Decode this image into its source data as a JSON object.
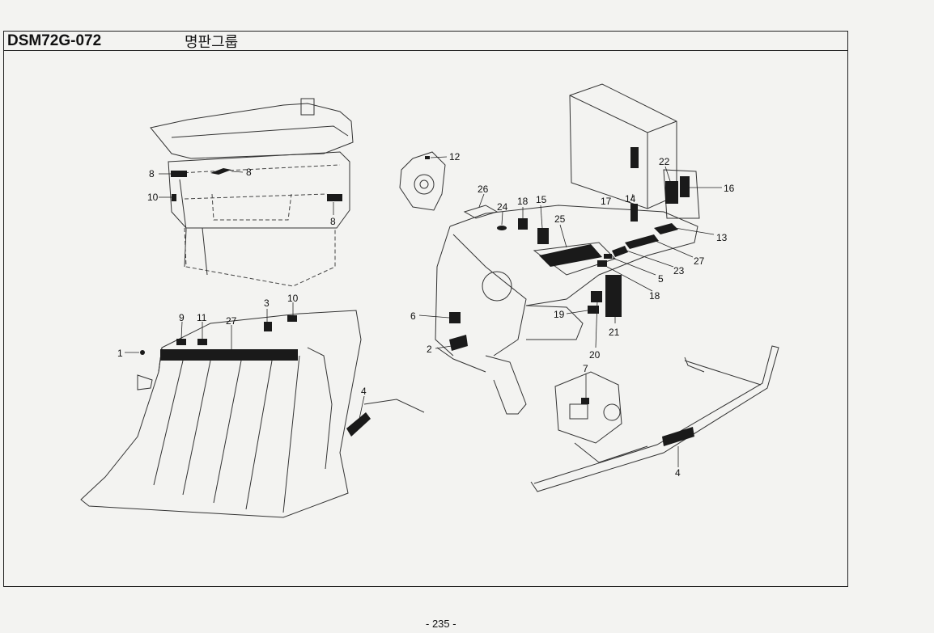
{
  "header": {
    "code": "DSM72G-072",
    "group_name": "명판그룹"
  },
  "page": {
    "number": "- 235 -"
  },
  "callouts": [
    {
      "id": "c8a",
      "text": "8"
    },
    {
      "id": "c8b",
      "text": "8"
    },
    {
      "id": "c10a",
      "text": "10"
    },
    {
      "id": "c8c",
      "text": "8"
    },
    {
      "id": "c12",
      "text": "12"
    },
    {
      "id": "c26",
      "text": "26"
    },
    {
      "id": "c24",
      "text": "24"
    },
    {
      "id": "c18a",
      "text": "18"
    },
    {
      "id": "c15",
      "text": "15"
    },
    {
      "id": "c25",
      "text": "25"
    },
    {
      "id": "c17",
      "text": "17"
    },
    {
      "id": "c14",
      "text": "14"
    },
    {
      "id": "c22",
      "text": "22"
    },
    {
      "id": "c16",
      "text": "16"
    },
    {
      "id": "c13",
      "text": "13"
    },
    {
      "id": "c27a",
      "text": "27"
    },
    {
      "id": "c23",
      "text": "23"
    },
    {
      "id": "c5",
      "text": "5"
    },
    {
      "id": "c18b",
      "text": "18"
    },
    {
      "id": "c19",
      "text": "19"
    },
    {
      "id": "c21",
      "text": "21"
    },
    {
      "id": "c20",
      "text": "20"
    },
    {
      "id": "c6",
      "text": "6"
    },
    {
      "id": "c2",
      "text": "2"
    },
    {
      "id": "c3",
      "text": "3"
    },
    {
      "id": "c10b",
      "text": "10"
    },
    {
      "id": "c9",
      "text": "9"
    },
    {
      "id": "c11",
      "text": "11"
    },
    {
      "id": "c27b",
      "text": "27"
    },
    {
      "id": "c1",
      "text": "1"
    },
    {
      "id": "c4a",
      "text": "4"
    },
    {
      "id": "c7",
      "text": "7"
    },
    {
      "id": "c4b",
      "text": "4"
    }
  ]
}
